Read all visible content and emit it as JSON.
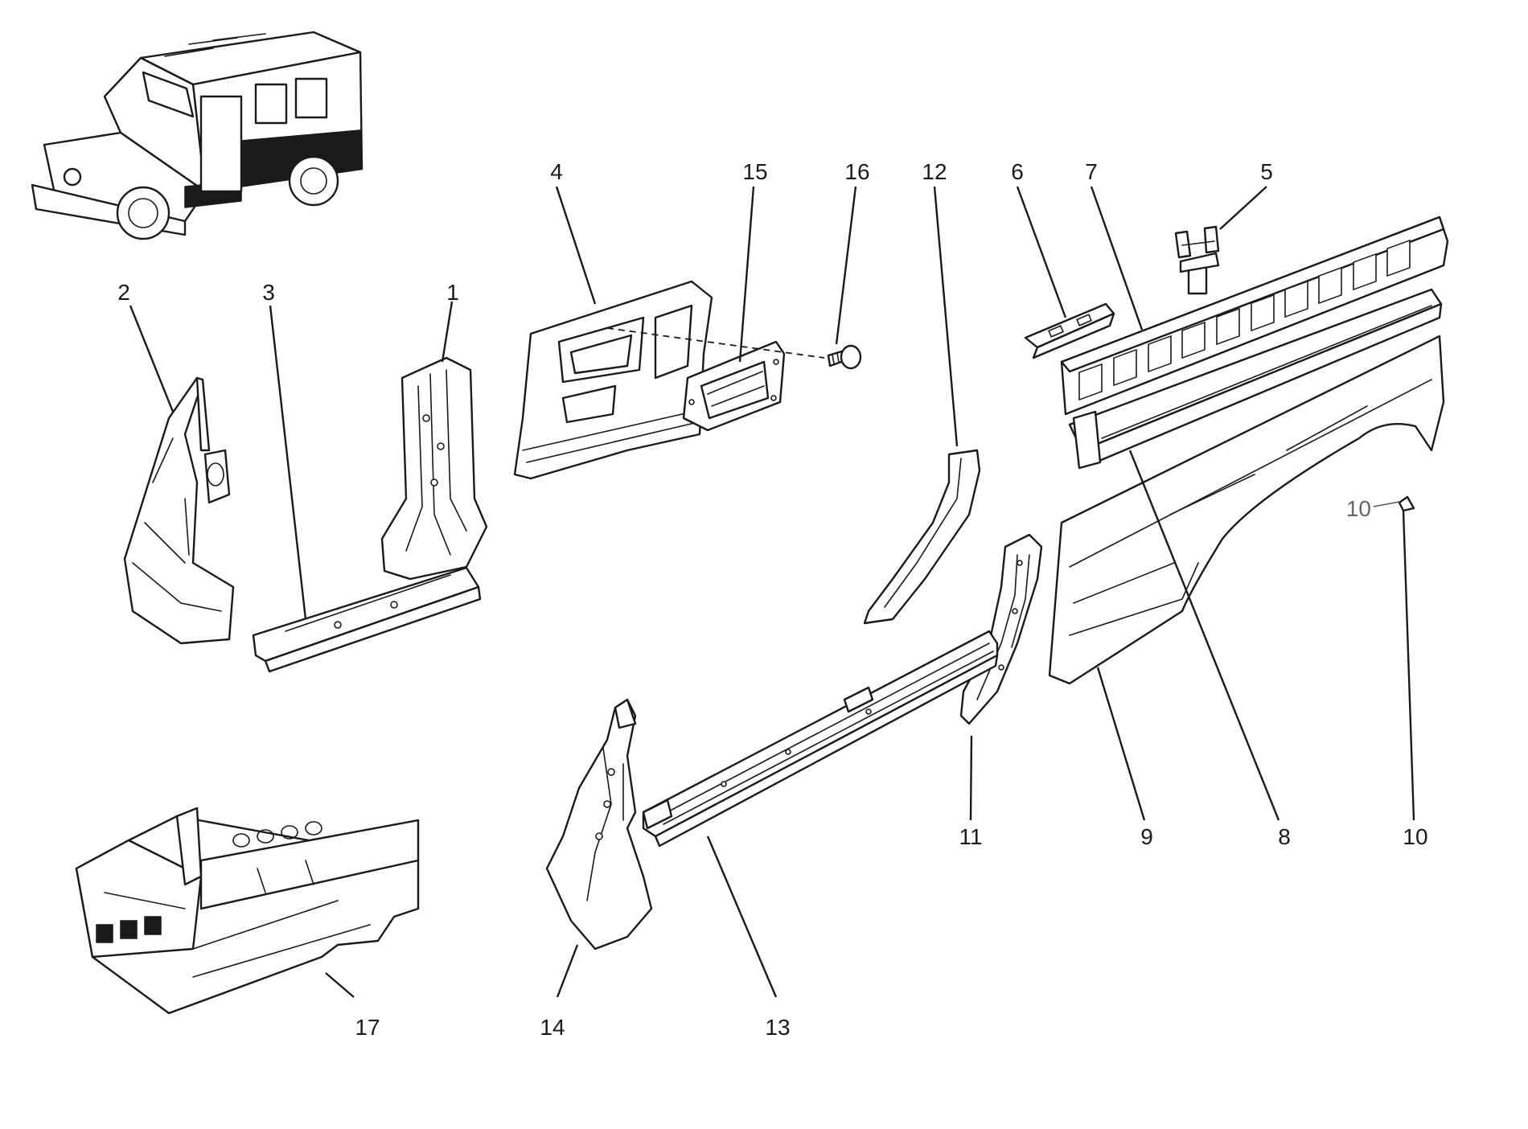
{
  "diagram": {
    "callouts": [
      {
        "id": "c1",
        "text": "1"
      },
      {
        "id": "c2",
        "text": "2"
      },
      {
        "id": "c3",
        "text": "3"
      },
      {
        "id": "c4",
        "text": "4"
      },
      {
        "id": "c5",
        "text": "5"
      },
      {
        "id": "c6",
        "text": "6"
      },
      {
        "id": "c7",
        "text": "7"
      },
      {
        "id": "c8",
        "text": "8"
      },
      {
        "id": "c9",
        "text": "9"
      },
      {
        "id": "c10",
        "text": "10"
      },
      {
        "id": "c10b",
        "text": "10"
      },
      {
        "id": "c11",
        "text": "11"
      },
      {
        "id": "c12",
        "text": "12"
      },
      {
        "id": "c13",
        "text": "13"
      },
      {
        "id": "c14",
        "text": "14"
      },
      {
        "id": "c15",
        "text": "15"
      },
      {
        "id": "c16",
        "text": "16"
      },
      {
        "id": "c17",
        "text": "17"
      }
    ],
    "colors": {
      "ink": "#1a1a1a",
      "background": "#ffffff",
      "secondary_ink": "#666666"
    }
  }
}
